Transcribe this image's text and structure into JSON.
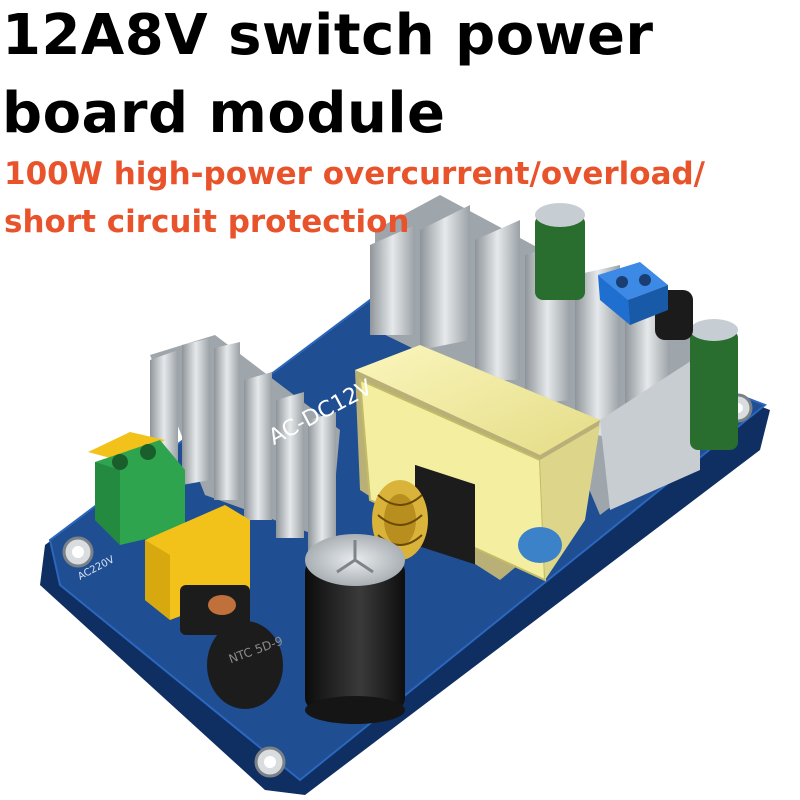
{
  "headline": {
    "line1": "12A8V switch power",
    "line2": "board module"
  },
  "subline": {
    "line1": "100W high-power overcurrent/overload/",
    "line2": "short circuit protection",
    "color": "#e8532b"
  },
  "board_silkscreen": {
    "output_label": "AC-DC12V",
    "ntc_label": "NTC 5D-9",
    "input_label": "AC220V"
  },
  "colors": {
    "pcb": "#1f4e93",
    "heatsink": "#cfd3d6",
    "transformer": "#f3eea0",
    "capacitor": "#1b1b1b",
    "terminal_green": "#2fa44f",
    "terminal_blue": "#1f6fd1",
    "terminal_yellow": "#f2c21b"
  }
}
